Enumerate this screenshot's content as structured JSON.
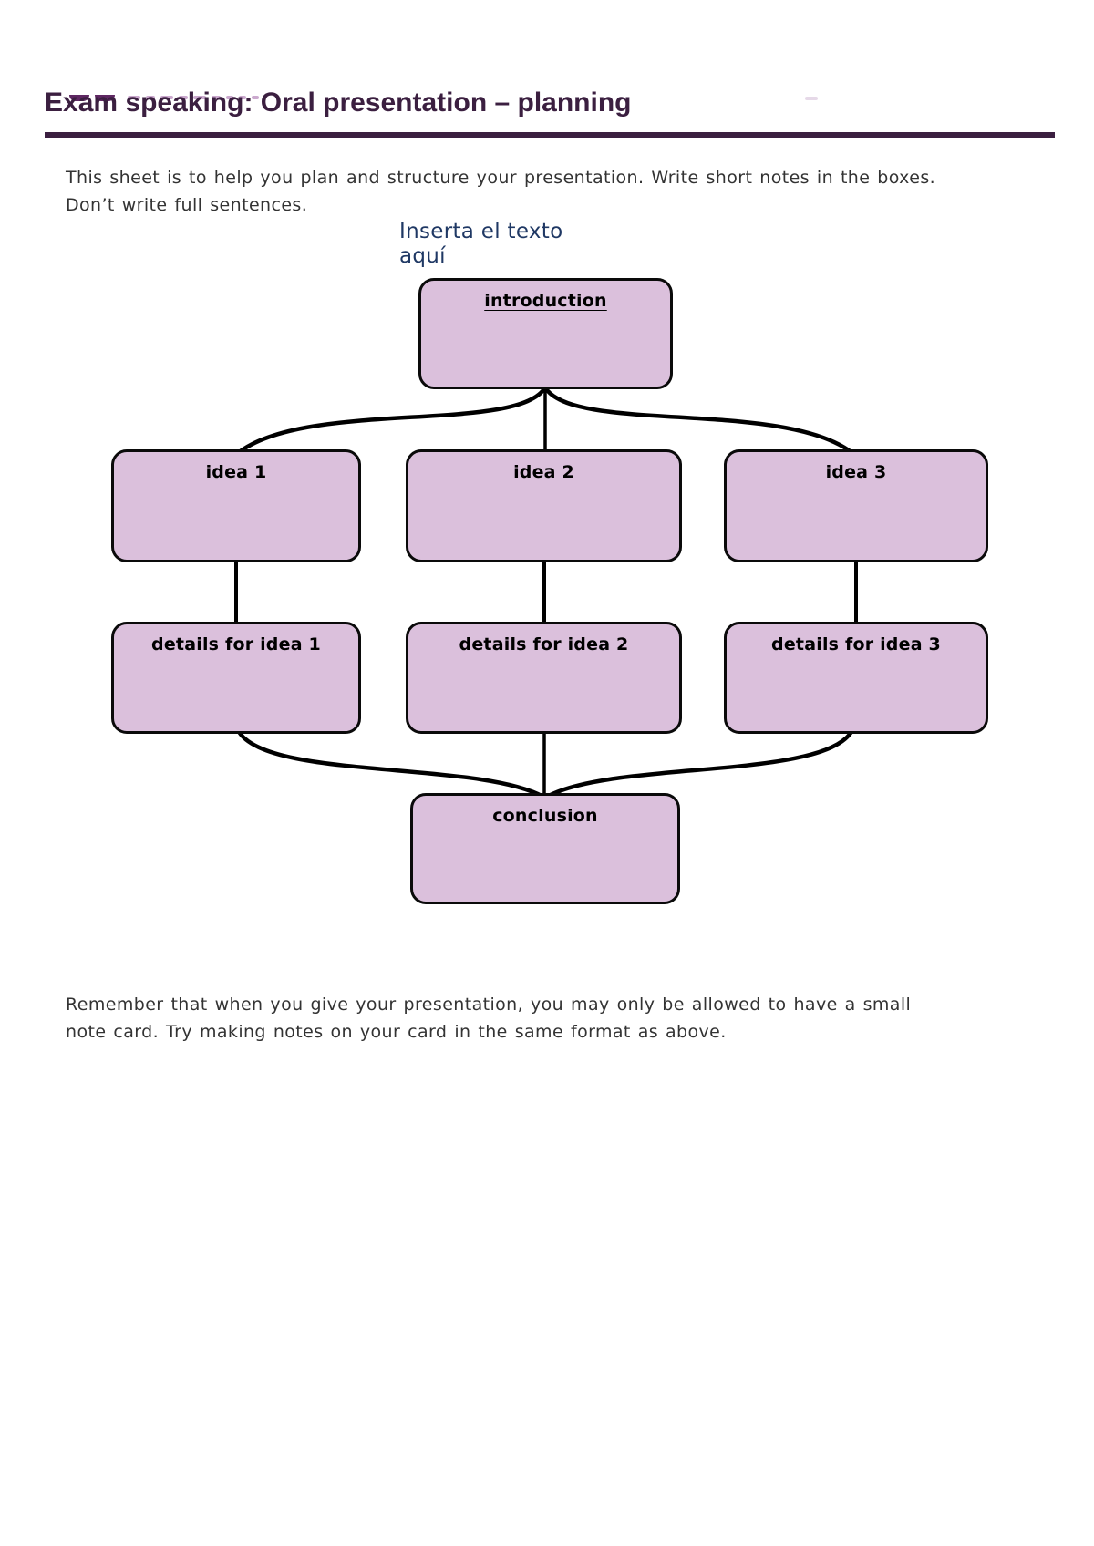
{
  "document": {
    "title": "Exam speaking: Oral presentation – planning",
    "intro_paragraph": "This sheet is to help you plan and structure your presentation. Write short notes in the boxes. Don’t write full sentences.",
    "slide_placeholder": "Inserta el texto aquí",
    "closing_paragraph": "Remember that when you give your presentation, you may only be allowed to have a small note card. Try making notes on your card in the same format as above."
  },
  "diagram": {
    "nodes": [
      {
        "id": "introduction",
        "label": "introduction"
      },
      {
        "id": "idea-1",
        "label": "idea 1"
      },
      {
        "id": "idea-2",
        "label": "idea 2"
      },
      {
        "id": "idea-3",
        "label": "idea 3"
      },
      {
        "id": "details-for-idea-1",
        "label": "details for idea 1"
      },
      {
        "id": "details-for-idea-2",
        "label": "details for idea 2"
      },
      {
        "id": "details-for-idea-3",
        "label": "details for idea 3"
      },
      {
        "id": "conclusion",
        "label": "conclusion"
      }
    ]
  },
  "colors": {
    "title_text": "#3b1f40",
    "title_rule": "#3b1f40",
    "node_fill": "#dbc0dc",
    "node_border": "#0a0a0a",
    "connector": "#000000",
    "placeholder_text": "#1f3864",
    "body_text": "#333333",
    "logo_fragment_dark": "#5e2762",
    "logo_fragment_light": "#cba9ce"
  }
}
